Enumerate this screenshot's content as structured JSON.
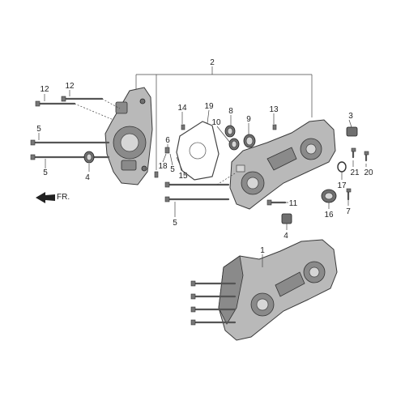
{
  "diagram": {
    "labels": {
      "p1": "1",
      "p2": "2",
      "p3": "3",
      "p4a": "4",
      "p4b": "4",
      "p5a": "5",
      "p5b": "5",
      "p5c": "5",
      "p5d": "5",
      "p6": "6",
      "p7": "7",
      "p8": "8",
      "p9": "9",
      "p10": "10",
      "p11": "11",
      "p12a": "12",
      "p12b": "12",
      "p13": "13",
      "p14": "14",
      "p15": "15",
      "p16": "16",
      "p17": "17",
      "p18": "18",
      "p19": "19",
      "p20": "20",
      "p21": "21"
    },
    "front_indicator": "FR."
  }
}
